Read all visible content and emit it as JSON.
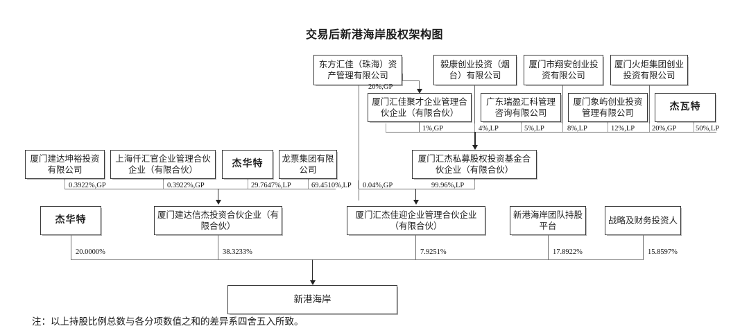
{
  "chart_title": "交易后新港海岸股权架构图",
  "note": "注：以上持股比例总数与各分项数值之和的差异系四舍五入所致。",
  "tier1": {
    "dongfanghuijia": "东方汇佳（珠海）资产管理有限公司",
    "yikang": "毅康创业投资（烟台）有限公司",
    "xiangan": "厦门市翔安创业投资有限公司",
    "huoju": "厦门火炬集团创业投资有限公司"
  },
  "tier2": {
    "huijiajucai": "厦门汇佳聚才企业管理合伙企业（有限合伙）",
    "ruiyinghuike": "广东瑞盈汇科管理咨询有限公司",
    "xiangyu": "厦门象屿创业投资管理有限公司",
    "jiewate": "杰瓦特"
  },
  "tier3": {
    "jiandakunyu": "厦门建达坤裕投资有限公司",
    "shanghaiqianhuiguan": "上海仟汇官企业管理合伙企业（有限合伙）",
    "jiehuate": "杰华特",
    "longpiao": "龙票集团有限公司",
    "huijiesimu": "厦门汇杰私募股权投资基金合伙企业（有限合伙）"
  },
  "tier4": {
    "jiehuate": "杰华特",
    "jiandaxinjie": "厦门建达信杰投资合伙企业（有限合伙）",
    "huijiejiaying": "厦门汇杰佳迎企业管理合伙企业（有限合伙）",
    "tuandui": "新港海岸团队持股平台",
    "zhanlue": "战略及财务投资人"
  },
  "target": {
    "name": "新港海岸"
  },
  "percent_labels": {
    "dongfang_to_huijiajucai": "20%,GP",
    "huijiajucai_to_simu": "1%,GP",
    "ruiyinghuike_to_simu": "4%,LP",
    "ruiyinghuike_lp2": "5%,LP",
    "xiangyu_to_simu": "8%,LP",
    "xiangyu_lp2": "12%,LP",
    "jiewate_gp": "20%,GP",
    "jiewate_lp": "50%,LP",
    "jiandakunyu_pct": "0.3922%,GP",
    "qianhuiguan_pct": "0.3922%,GP",
    "jiehuate_pct": "29.7647%,LP",
    "longpiao_pct": "69.4510%,LP",
    "dongfang_direct": "0.04%,GP",
    "simu_to_jiaying": "99.96%,LP",
    "jiehuate_final": "20.0000%",
    "jiandaxinjie_final": "38.3233%",
    "huijiejiaying_final": "7.9251%",
    "tuandui_final": "17.8922%",
    "zhanlue_final": "15.8597%"
  },
  "chart_data": {
    "type": "diagram",
    "title": "交易后新港海岸股权架构图",
    "diagram_kind": "ownership-structure-chart",
    "nodes": [
      {
        "id": "dongfanghuijia",
        "label": "东方汇佳（珠海）资产管理有限公司",
        "tier": 1
      },
      {
        "id": "yikang",
        "label": "毅康创业投资（烟台）有限公司",
        "tier": 1
      },
      {
        "id": "xiangan",
        "label": "厦门市翔安创业投资有限公司",
        "tier": 1
      },
      {
        "id": "huoju",
        "label": "厦门火炬集团创业投资有限公司",
        "tier": 1
      },
      {
        "id": "huijiajucai",
        "label": "厦门汇佳聚才企业管理合伙企业（有限合伙）",
        "tier": 2
      },
      {
        "id": "ruiyinghuike",
        "label": "广东瑞盈汇科管理咨询有限公司",
        "tier": 2
      },
      {
        "id": "xiangyu",
        "label": "厦门象屿创业投资管理有限公司",
        "tier": 2
      },
      {
        "id": "jiewate",
        "label": "杰瓦特",
        "tier": 2
      },
      {
        "id": "jiandakunyu",
        "label": "厦门建达坤裕投资有限公司",
        "tier": 3
      },
      {
        "id": "qianhuiguan",
        "label": "上海仟汇官企业管理合伙企业（有限合伙）",
        "tier": 3
      },
      {
        "id": "jiehuate3",
        "label": "杰华特",
        "tier": 3
      },
      {
        "id": "longpiao",
        "label": "龙票集团有限公司",
        "tier": 3
      },
      {
        "id": "huijiesimu",
        "label": "厦门汇杰私募股权投资基金合伙企业（有限合伙）",
        "tier": 3
      },
      {
        "id": "jiehuate4",
        "label": "杰华特",
        "tier": 4
      },
      {
        "id": "jiandaxinjie",
        "label": "厦门建达信杰投资合伙企业（有限合伙）",
        "tier": 4
      },
      {
        "id": "huijiejiaying",
        "label": "厦门汇杰佳迎企业管理合伙企业（有限合伙）",
        "tier": 4
      },
      {
        "id": "tuandui",
        "label": "新港海岸团队持股平台",
        "tier": 4
      },
      {
        "id": "zhanlue",
        "label": "战略及财务投资人",
        "tier": 4
      },
      {
        "id": "xingangaian",
        "label": "新港海岸",
        "tier": 5
      }
    ],
    "edges": [
      {
        "from": "dongfanghuijia",
        "to": "huijiajucai",
        "label": "20%,GP"
      },
      {
        "from": "huijiajucai",
        "to": "huijiesimu",
        "label": "1%,GP"
      },
      {
        "from": "ruiyinghuike",
        "to": "huijiesimu",
        "label": "4%,LP"
      },
      {
        "from": "yikang",
        "to": "huijiesimu",
        "label": "5%,LP"
      },
      {
        "from": "xiangyu",
        "to": "huijiesimu",
        "label": "8%,LP"
      },
      {
        "from": "xiangan",
        "to": "huijiesimu",
        "label": "12%,LP"
      },
      {
        "from": "jiewate",
        "to": "huijiesimu",
        "label": "20%,GP"
      },
      {
        "from": "huoju",
        "to": "huijiesimu",
        "label": "50%,LP"
      },
      {
        "from": "jiandakunyu",
        "to": "jiandaxinjie",
        "label": "0.3922%,GP"
      },
      {
        "from": "qianhuiguan",
        "to": "jiandaxinjie",
        "label": "0.3922%,GP"
      },
      {
        "from": "jiehuate3",
        "to": "jiandaxinjie",
        "label": "29.7647%,LP"
      },
      {
        "from": "longpiao",
        "to": "jiandaxinjie",
        "label": "69.4510%,LP"
      },
      {
        "from": "dongfanghuijia",
        "to": "huijiejiaying",
        "label": "0.04%,GP"
      },
      {
        "from": "huijiesimu",
        "to": "huijiejiaying",
        "label": "99.96%,LP"
      },
      {
        "from": "jiehuate4",
        "to": "xingangaian",
        "label": "20.0000%"
      },
      {
        "from": "jiandaxinjie",
        "to": "xingangaian",
        "label": "38.3233%"
      },
      {
        "from": "huijiejiaying",
        "to": "xingangaian",
        "label": "7.9251%"
      },
      {
        "from": "tuandui",
        "to": "xingangaian",
        "label": "17.8922%"
      },
      {
        "from": "zhanlue",
        "to": "xingangaian",
        "label": "15.8597%"
      }
    ],
    "note": "注：以上持股比例总数与各分项数值之和的差异系四舍五入所致。"
  }
}
